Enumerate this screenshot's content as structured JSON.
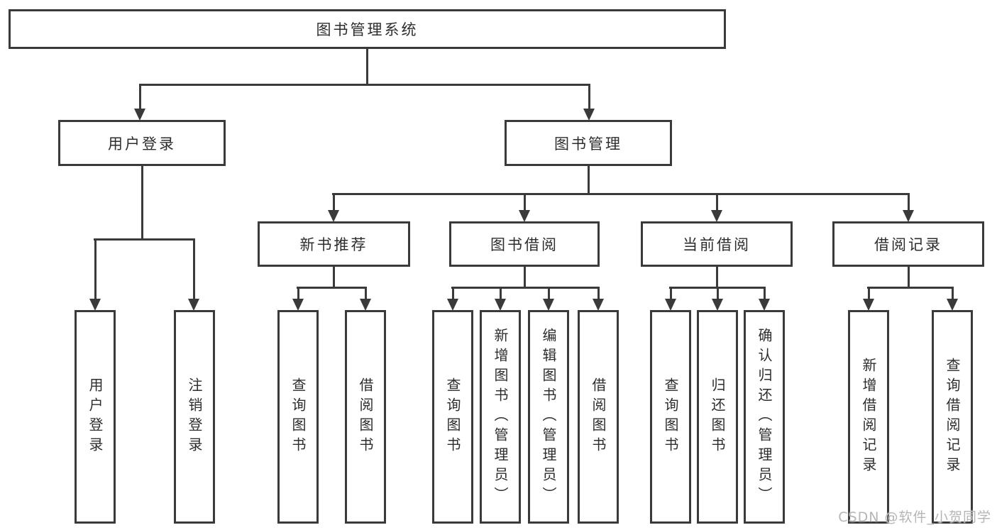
{
  "diagram": {
    "title": "图书管理系统",
    "nodes": {
      "root": {
        "label": "图书管理系统"
      },
      "user_login": {
        "label": "用户登录"
      },
      "book_mgmt": {
        "label": "图书管理"
      },
      "new_book": {
        "label": "新书推荐"
      },
      "book_borrow": {
        "label": "图书借阅"
      },
      "current_borrow": {
        "label": "当前借阅"
      },
      "borrow_record": {
        "label": "借阅记录"
      },
      "leaf_login": {
        "label": "用户登录"
      },
      "leaf_logout": {
        "label": "注销登录"
      },
      "leaf_nb_query": {
        "label": "查询图书"
      },
      "leaf_nb_borrow": {
        "label": "借阅图书"
      },
      "leaf_bb_query": {
        "label": "查询图书"
      },
      "leaf_bb_add": {
        "label": "新增图书（管理员）"
      },
      "leaf_bb_edit": {
        "label": "编辑图书（管理员）"
      },
      "leaf_bb_borrow": {
        "label": "借阅图书"
      },
      "leaf_cb_query": {
        "label": "查询图书"
      },
      "leaf_cb_return": {
        "label": "归还图书"
      },
      "leaf_cb_confirm": {
        "label": "确认归还（管理员）"
      },
      "leaf_br_add": {
        "label": "新增借阅记录"
      },
      "leaf_br_query": {
        "label": "查询借阅记录"
      }
    },
    "hierarchy": {
      "图书管理系统": [
        "用户登录",
        "图书管理"
      ],
      "用户登录": [
        "用户登录",
        "注销登录"
      ],
      "图书管理": [
        "新书推荐",
        "图书借阅",
        "当前借阅",
        "借阅记录"
      ],
      "新书推荐": [
        "查询图书",
        "借阅图书"
      ],
      "图书借阅": [
        "查询图书",
        "新增图书（管理员）",
        "编辑图书（管理员）",
        "借阅图书"
      ],
      "当前借阅": [
        "查询图书",
        "归还图书",
        "确认归还（管理员）"
      ],
      "借阅记录": [
        "新增借阅记录",
        "查询借阅记录"
      ]
    },
    "colors": {
      "line": "#3a3a3a",
      "text": "#2d2d2d",
      "background": "#ffffff",
      "watermark": "#b5b5b5"
    }
  },
  "watermark": {
    "text": "CSDN @软件_小贺同学"
  }
}
